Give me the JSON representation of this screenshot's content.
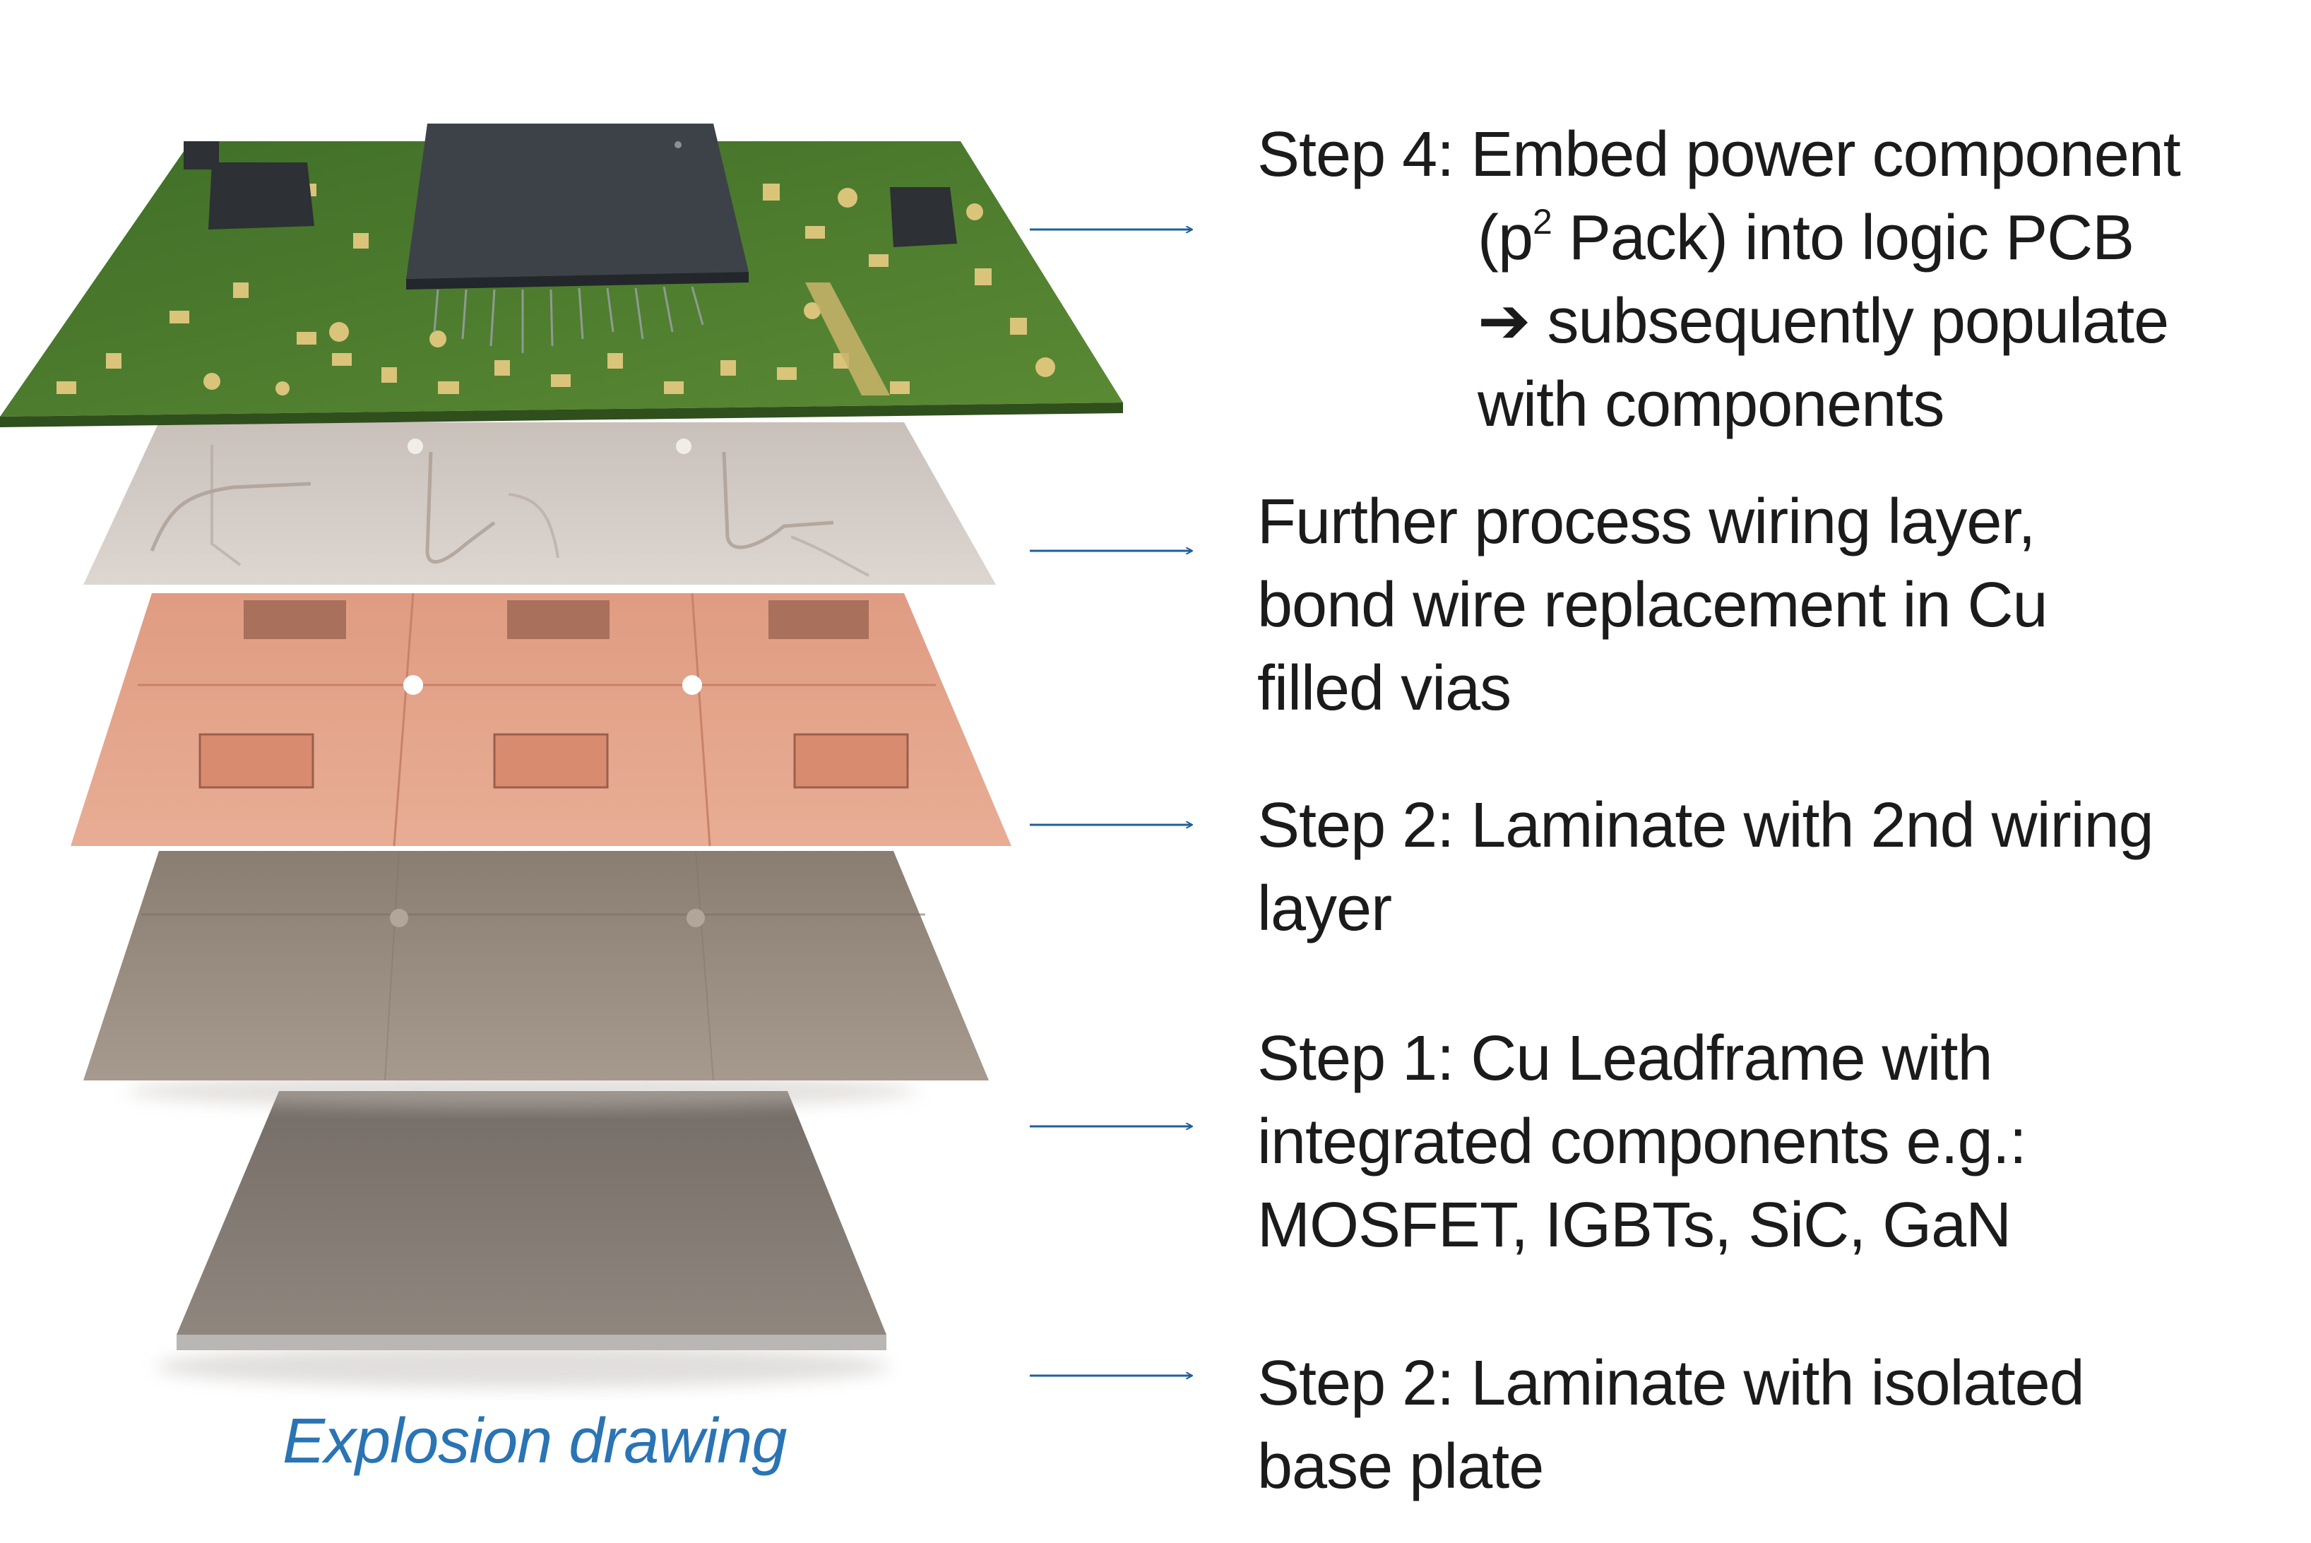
{
  "caption": "Explosion drawing",
  "colors": {
    "pcb_green": "#4e7a2f",
    "copper": "#e3a489",
    "wiring_layer": "#cdc5bf",
    "leadframe": "#9a8d80",
    "base_plate": "#7d756e",
    "arrow": "#1f5f9a",
    "caption": "#2a74b4"
  },
  "steps": [
    {
      "line1": "Step 4: Embed power component",
      "line2_prefix": "(p",
      "line2_sup": "2",
      "line2_suffix": " Pack) into logic PCB",
      "line3_arrow": "➔",
      "line3": "subsequently populate",
      "line4": "with components"
    },
    {
      "line1": "Further process wiring layer,",
      "line2": "bond wire replacement in Cu",
      "line3": "filled vias"
    },
    {
      "line1": "Step 2: Laminate with 2nd wiring",
      "line2": "layer"
    },
    {
      "line1": "Step 1: Cu Leadframe with",
      "line2": "integrated components e.g.:",
      "line3": "MOSFET, IGBTs, SiC, GaN"
    },
    {
      "line1": "Step 2: Laminate with isolated",
      "line2": "base plate"
    }
  ]
}
